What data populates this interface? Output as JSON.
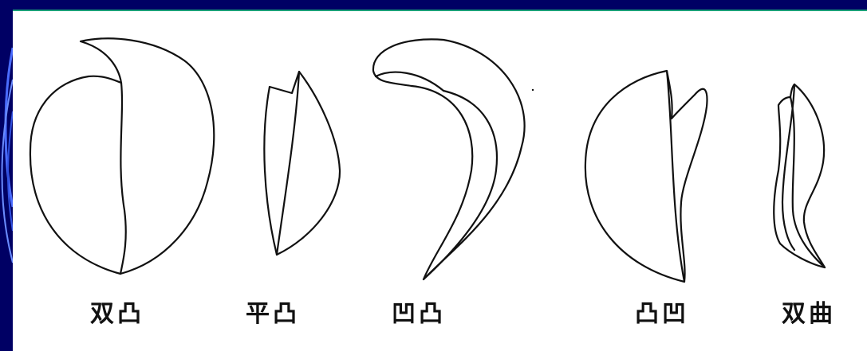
{
  "colors": {
    "slide_background": "#000064",
    "panel_background": "#ffffff",
    "panel_border": "#1aa078",
    "outline": "#111111"
  },
  "shapes": [
    {
      "id": "biconvex",
      "label": "双凸"
    },
    {
      "id": "plano-convex",
      "label": "平凸"
    },
    {
      "id": "concavo-convex",
      "label": "凹凸"
    },
    {
      "id": "convexo-concave",
      "label": "凸凹"
    },
    {
      "id": "double-curved",
      "label": "双曲"
    }
  ]
}
